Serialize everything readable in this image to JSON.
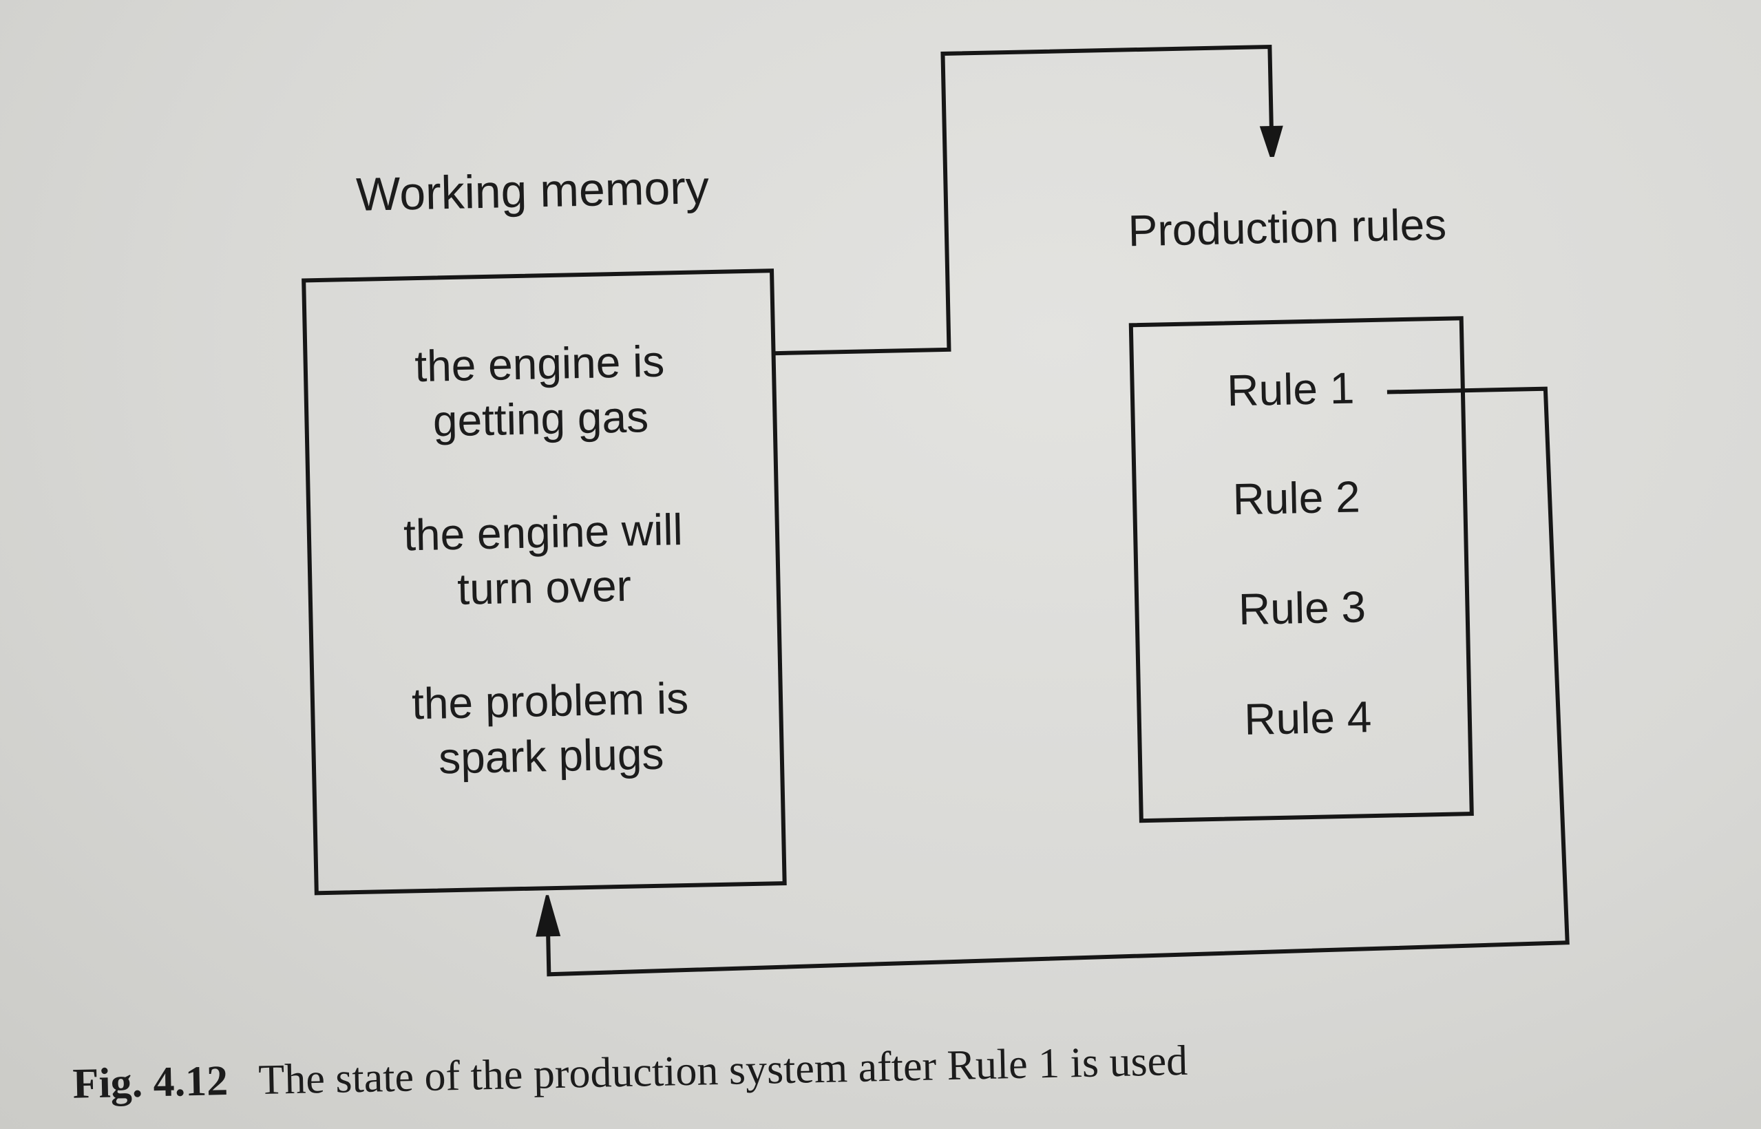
{
  "diagram": {
    "working_memory": {
      "title": "Working memory",
      "facts": [
        [
          "the engine is",
          "getting gas"
        ],
        [
          "the engine will",
          "turn over"
        ],
        [
          "the problem is",
          "spark plugs"
        ]
      ]
    },
    "production_rules": {
      "title": "Production rules",
      "rules": [
        "Rule 1",
        "Rule 2",
        "Rule 3",
        "Rule 4"
      ]
    },
    "connections": [
      {
        "from": "working_memory",
        "to": "production_rules",
        "direction": "arrow-down-into-rules"
      },
      {
        "from": "rule_1",
        "to": "working_memory",
        "direction": "arrow-up-into-memory"
      }
    ]
  },
  "caption": {
    "label": "Fig. 4.12",
    "text": "The state of the production system after Rule 1 is used"
  }
}
